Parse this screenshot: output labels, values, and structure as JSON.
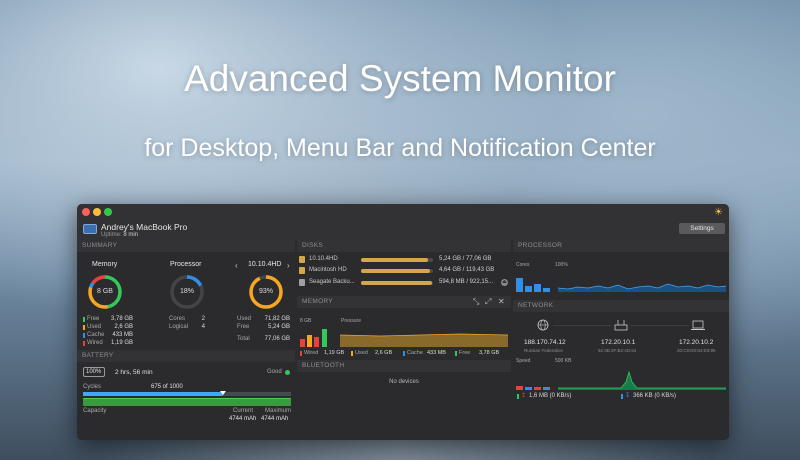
{
  "headline": "Advanced System Monitor",
  "subheadline": "for Desktop, Menu Bar and Notification Center",
  "window": {
    "computer_name": "Andrey's MacBook Pro",
    "uptime_label": "Uptime:",
    "uptime_value": "8 min",
    "settings_label": "Settings"
  },
  "summary": {
    "header": "SUMMARY",
    "memory": {
      "title": "Memory",
      "center": "8 GB",
      "rows": [
        {
          "label": "Free",
          "value": "3,78 GB",
          "color": "#35c759"
        },
        {
          "label": "Used",
          "value": "2,6 GB",
          "color": "#f5a623"
        },
        {
          "label": "Cache",
          "value": "433 MB",
          "color": "#2e90e8"
        },
        {
          "label": "Wired",
          "value": "1,19 GB",
          "color": "#e8403a"
        }
      ],
      "fractions": {
        "free": 0.47,
        "used": 0.33,
        "cache": 0.05,
        "wired": 0.15
      }
    },
    "processor": {
      "title": "Processor",
      "center": "18%",
      "usage": 0.18,
      "rows": [
        {
          "label": "Cores",
          "value": "2"
        },
        {
          "label": "Logical",
          "value": "4"
        }
      ]
    },
    "disk": {
      "title": "10.10.4HD",
      "center": "93%",
      "usage": 0.93,
      "prev_icon": "chevron-left-icon",
      "next_icon": "chevron-right-icon",
      "rows": [
        {
          "label": "Used",
          "value": "71,82 GB"
        },
        {
          "label": "Free",
          "value": "5,24 GB"
        },
        {
          "label": "Total",
          "value": "77,06 GB"
        }
      ]
    }
  },
  "battery": {
    "header": "BATTERY",
    "percent": "100%",
    "time": "2 hrs, 56 min",
    "status": "Good",
    "cycles_label": "Cycles",
    "cycles_value": "675 of 1000",
    "cycles_fraction": 0.675,
    "capacity_label": "Capacity",
    "current_label": "Current",
    "current_value": "4744 mAh",
    "maximum_label": "Maximum",
    "maximum_value": "4744 mAh"
  },
  "disks": {
    "header": "DISKS",
    "items": [
      {
        "name": "10.10.4HD",
        "value": "5,24 GB / 77,06 GB",
        "fill": 0.93,
        "icon": "gold"
      },
      {
        "name": "Macintosh HD",
        "value": "4,64 GB / 119,43 GB",
        "fill": 0.96,
        "icon": "gold"
      },
      {
        "name": "Seagate Backu...",
        "value": "594,8 MB / 922,15...",
        "fill": 0.99,
        "icon": "gray"
      }
    ]
  },
  "memory_panel": {
    "header": "MEMORY",
    "scale": "8 GB",
    "pressure_label": "Pressure",
    "legend": [
      {
        "label": "Wired",
        "value": "1,19 GB",
        "color": "#e8403a"
      },
      {
        "label": "Used",
        "value": "2,6 GB",
        "color": "#f5a623"
      },
      {
        "label": "Cache",
        "value": "433 MB",
        "color": "#2e90e8"
      },
      {
        "label": "Free",
        "value": "3,78 GB",
        "color": "#35c759"
      }
    ]
  },
  "bluetooth": {
    "header": "BLUETOOTH",
    "empty": "No devices"
  },
  "processor_panel": {
    "header": "PROCESSOR",
    "cores_label": "Cores",
    "scale": "100%"
  },
  "network": {
    "header": "NETWORK",
    "nodes": [
      {
        "ip": "188.170.74.12",
        "sub": "Russian Federation",
        "icon": "globe-icon"
      },
      {
        "ip": "172.20.10.1",
        "sub": "92:3B:2F:B2:4D:64",
        "icon": "router-icon"
      },
      {
        "ip": "172.20.10.2",
        "sub": "20:C9:D0:84:D3:95",
        "icon": "laptop-icon"
      }
    ],
    "speed_label": "Speed",
    "scale": "500 KB",
    "upload": "1,6 MB (0 KB/s)",
    "download": "366 KB (0 KB/s)"
  }
}
